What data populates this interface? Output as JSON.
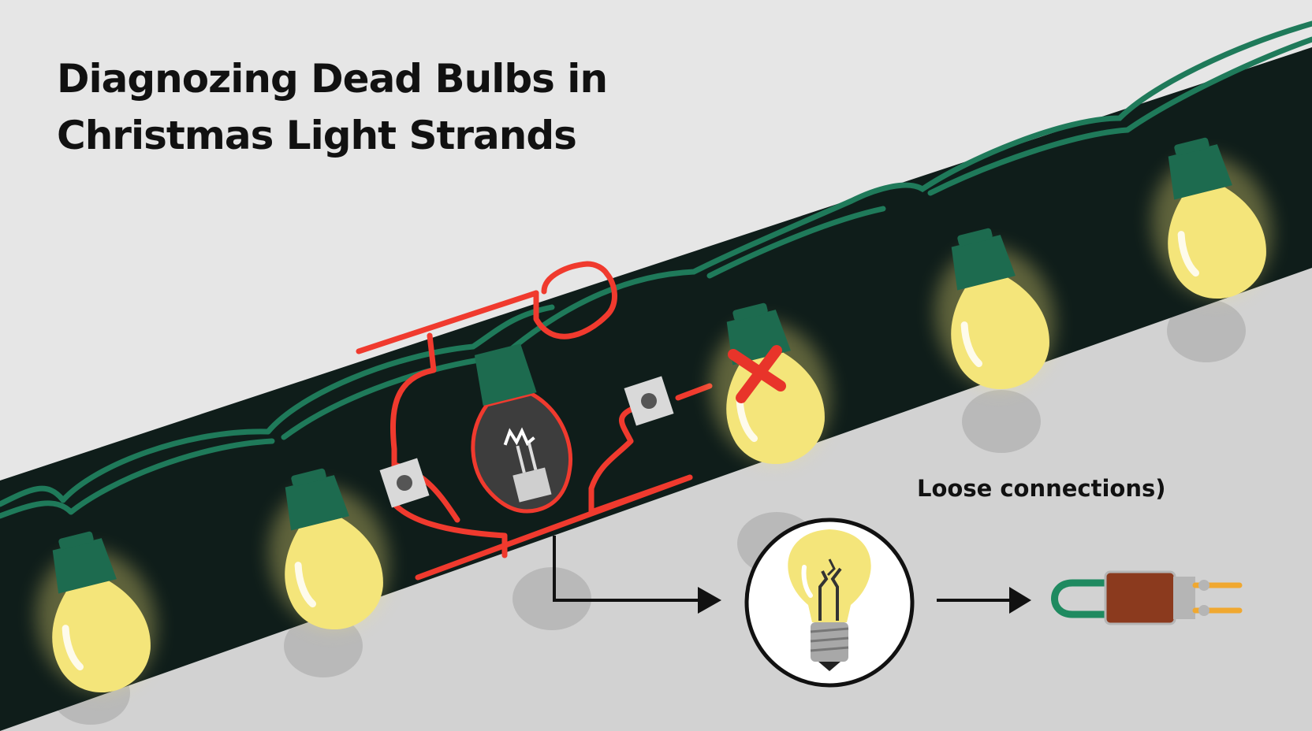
{
  "title": {
    "line1": "Diagnozing Dead Bulbs in",
    "line2": "Christmas Light Strands"
  },
  "caption": {
    "loose_connections": "Loose connections)"
  },
  "colors": {
    "background": "#e6e6e6",
    "strand_band": "#0f1d1a",
    "wire": "#1f7a5a",
    "bulb_glow": "#f4e57a",
    "bulb_socket": "#1d6b4f",
    "bypass_wire": "#f03a2e",
    "dead_bulb": "#3d3d3d",
    "x_mark": "#e8342a",
    "shunt_body": "#8b3a1e",
    "shunt_pins": "#f0a830"
  },
  "icons": [
    "lit-bulb-icon",
    "dead-bulb-icon",
    "broken-filament-bulb-icon",
    "shunt-connector-icon",
    "x-mark-icon",
    "arrow-icon",
    "test-clip-icon"
  ]
}
